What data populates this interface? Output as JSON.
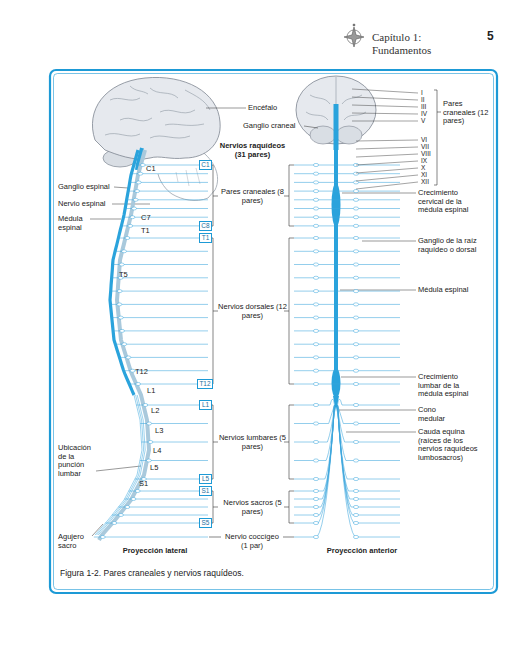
{
  "diagram": {
    "caption": "Figura 1-2. Pares craneales y nervios raquídeos.",
    "nodes": [
      {
        "text": [
          "C1"
        ]
      },
      {
        "text": [
          "C8"
        ]
      },
      {
        "text": [
          "T1"
        ]
      },
      {
        "text": [
          "T12"
        ]
      },
      {
        "text": [
          "L1"
        ]
      },
      {
        "text": [
          "L5"
        ]
      },
      {
        "text": [
          "S1"
        ]
      },
      {
        "text": [
          "S5"
        ]
      }
    ],
    "labels": [
      "Capítulo 1: Fundamentos",
      "5",
      "Encéfalo",
      "Ganglio craneal",
      "Nervios raquídeos (31 pares)",
      "C1",
      "Ganglio espinal",
      "Nervio espinal",
      "Médula espinal",
      "Pares craneales (8 pares)",
      "C7",
      "T1",
      "T5",
      "Nervios dorsales (12 pares)",
      "T12",
      "L1",
      "L2",
      "L3",
      "Nervios lumbares (5 pares)",
      "Ubicación de la punción lumbar",
      "L4",
      "L5",
      "S1",
      "Nervios sacros (5 pares)",
      "Agujero sacro",
      "Nervio coccígeo (1 par)",
      "Proyección lateral",
      "Proyección anterior",
      "I",
      "II",
      "III",
      "IV",
      "V",
      "VI",
      "VII",
      "VIII",
      "IX",
      "X",
      "XI",
      "XII",
      "Pares craneales (12 pares)",
      "Crecimiento cervical de la médula espinal",
      "Ganglio de la raíz raquídeo o dorsal",
      "Médula espinal",
      "Crecimiento lumbar de la médula espinal",
      "Cono medular",
      "Cauda equina (raíces de los nervios raquídeos lumbosacros)"
    ]
  }
}
